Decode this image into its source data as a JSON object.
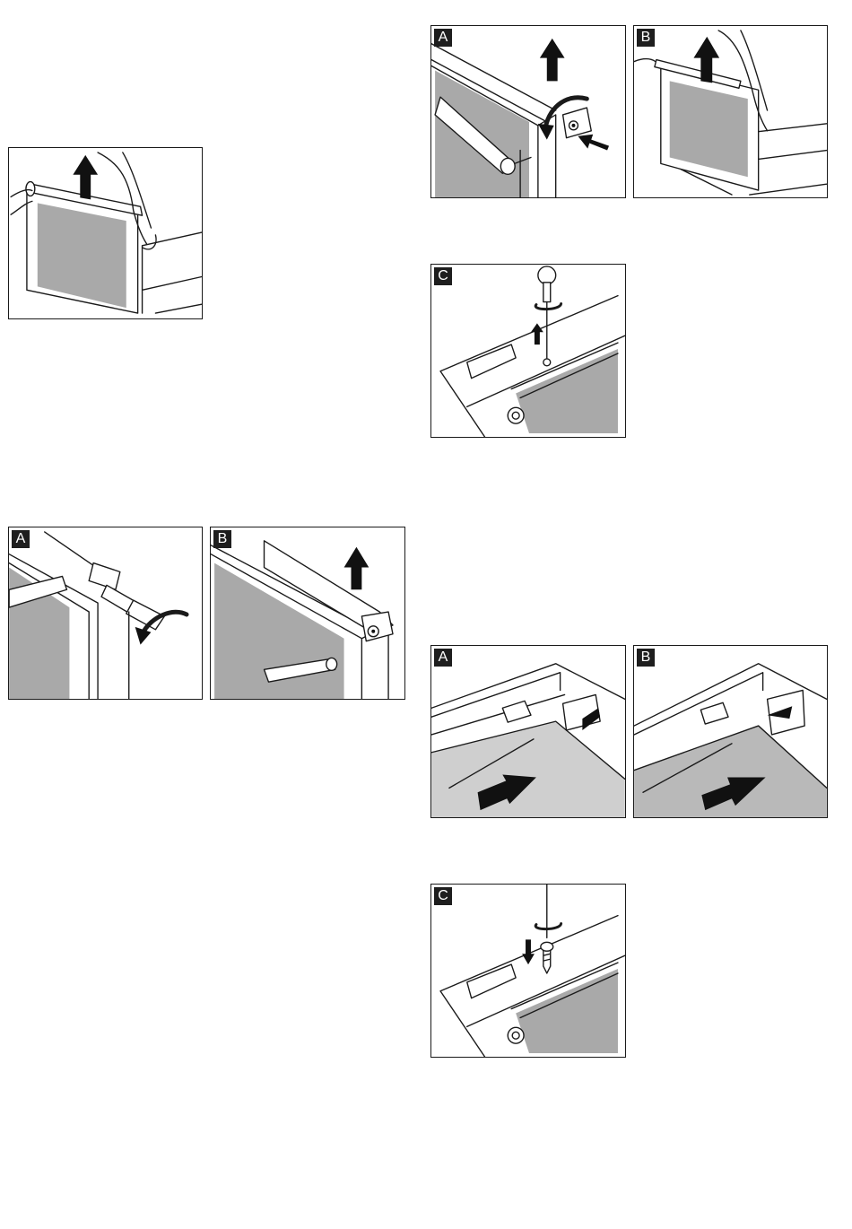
{
  "figures": {
    "door_lift": {
      "label": ""
    },
    "top_a": {
      "label": "A"
    },
    "top_b": {
      "label": "B"
    },
    "top_c": {
      "label": "C"
    },
    "mid_a": {
      "label": "A"
    },
    "mid_b": {
      "label": "B"
    },
    "bot_a": {
      "label": "A"
    },
    "bot_b": {
      "label": "B"
    },
    "bot_c": {
      "label": "C"
    }
  },
  "colors": {
    "glass": "#a9a9a9",
    "outline": "#1a1a1a",
    "label_bg": "#1e1e1e"
  }
}
